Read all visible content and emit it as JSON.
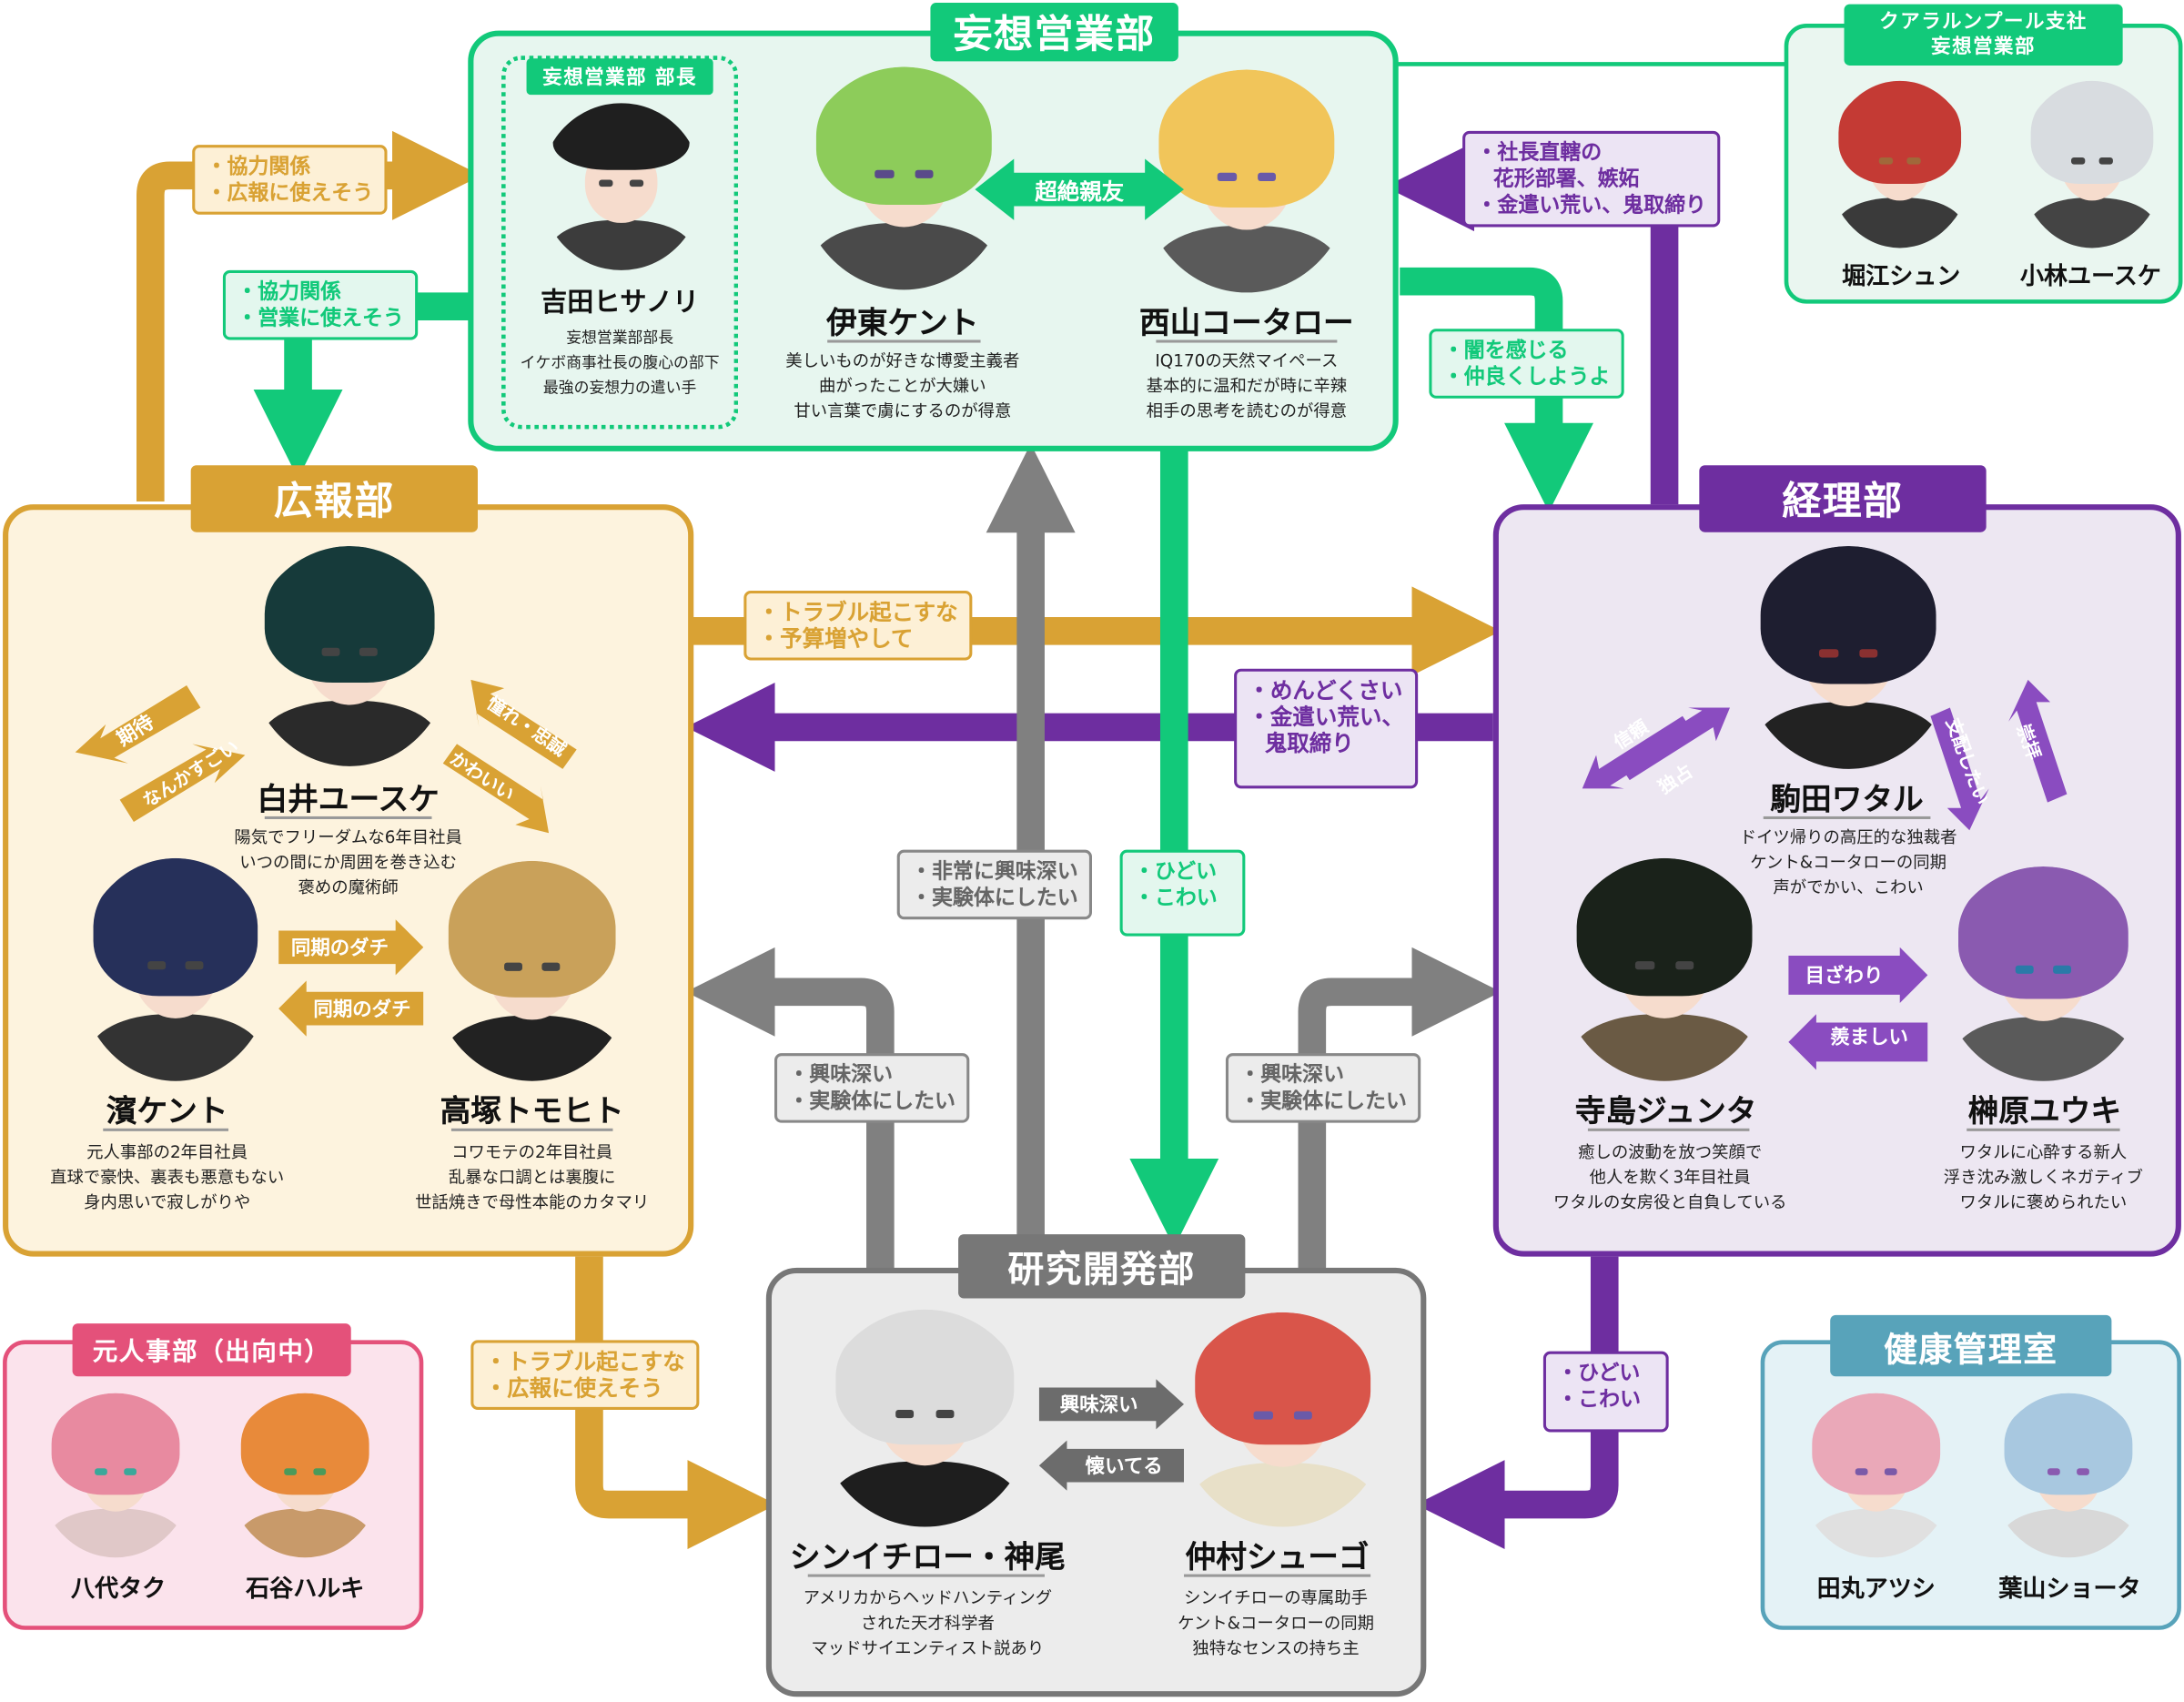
{
  "sections": {
    "mousou": {
      "title": "妄想営業部",
      "chief_label": "妄想営業部 部長",
      "color": "#12c97a",
      "bg": "#e7f6ef"
    },
    "kouhou": {
      "title": "広報部",
      "color": "#d9a234",
      "bg": "#fdf3de"
    },
    "keiri": {
      "title": "経理部",
      "color": "#6e2ea0",
      "bg": "#ede7f2"
    },
    "kenkyu": {
      "title": "研究開発部",
      "color": "#777777",
      "bg": "#ececec"
    },
    "kl": {
      "title_line1": "クアラルンプール支社",
      "title_line2": "妄想営業部",
      "color": "#12c97a",
      "bg": "#eaf6f0"
    },
    "jinji": {
      "title": "元人事部（出向中）",
      "color": "#e4517a",
      "bg": "#fbe3ec"
    },
    "kenkou": {
      "title": "健康管理室",
      "color": "#58a3ba",
      "bg": "#e4f2f6"
    }
  },
  "characters": {
    "yoshida": {
      "name": "吉田ヒサノリ",
      "desc": [
        "妄想営業部部長",
        "イケボ商事社長の腹心の部下",
        "最強の妄想力の遣い手"
      ]
    },
    "ito": {
      "name": "伊東ケント",
      "desc": [
        "美しいものが好きな博愛主義者",
        "曲がったことが大嫌い",
        "甘い言葉で虜にするのが得意"
      ]
    },
    "nishiyama": {
      "name": "西山コータロー",
      "desc": [
        "IQ170の天然マイペース",
        "基本的に温和だが時に辛辣",
        "相手の思考を読むのが得意"
      ]
    },
    "usui": {
      "name": "白井ユースケ",
      "desc": [
        "陽気でフリーダムな6年目社員",
        "いつの間にか周囲を巻き込む",
        "褒めの魔術師"
      ]
    },
    "hama": {
      "name": "濱ケント",
      "desc": [
        "元人事部の2年目社員",
        "直球で豪快、裏表も悪意もない",
        "身内思いで寂しがりや"
      ]
    },
    "takatsuka": {
      "name": "高塚トモヒト",
      "desc": [
        "コワモテの2年目社員",
        "乱暴な口調とは裏腹に",
        "世話焼きで母性本能のカタマリ"
      ]
    },
    "komada": {
      "name": "駒田ワタル",
      "desc": [
        "ドイツ帰りの高圧的な独裁者",
        "ケント&コータローの同期",
        "声がでかい、こわい"
      ]
    },
    "terashima": {
      "name": "寺島ジュンタ",
      "desc": [
        "癒しの波動を放つ笑顔で",
        "他人を欺く3年目社員",
        "ワタルの女房役と自負している"
      ]
    },
    "sakakibara": {
      "name": "榊原ユウキ",
      "desc": [
        "ワタルに心酔する新人",
        "浮き沈み激しくネガティブ",
        "ワタルに褒められたい"
      ]
    },
    "shinichiro": {
      "name": "シンイチロー・神尾",
      "desc": [
        "アメリカからヘッドハンティング",
        "された天才科学者",
        "マッドサイエンティスト説あり"
      ]
    },
    "nakamura": {
      "name": "仲村シューゴ",
      "desc": [
        "シンイチローの専属助手",
        "ケント&コータローの同期",
        "独特なセンスの持ち主"
      ]
    },
    "horie": {
      "name": "堀江シュン"
    },
    "kobayashi": {
      "name": "小林ユースケ"
    },
    "yashiro": {
      "name": "八代タク"
    },
    "ishigaya": {
      "name": "石谷ハルキ"
    },
    "tamaru": {
      "name": "田丸アツシ"
    },
    "hayama": {
      "name": "葉山ショータ"
    }
  },
  "relations": {
    "best_friends": "超絶親友",
    "k_to_m": [
      "・協力関係",
      "・広報に使えそう"
    ],
    "m_to_k": [
      "・協力関係",
      "・営業に使えそう"
    ],
    "keiri_to_m": [
      "・社長直轄の",
      "花形部署、嫉妬",
      "・金遣い荒い、鬼取締り"
    ],
    "m_to_keiri": [
      "・闇を感じる",
      "・仲良くしようよ"
    ],
    "k_to_keiri": [
      "・トラブル起こすな",
      "・予算増やして"
    ],
    "keiri_to_k": [
      "・めんどくさい",
      "・金遣い荒い、",
      "鬼取締り"
    ],
    "r_to_m": [
      "・非常に興味深い",
      "・実験体にしたい"
    ],
    "m_to_r": [
      "・ひどい",
      "・こわい"
    ],
    "r_to_k": [
      "・興味深い",
      "・実験体にしたい"
    ],
    "r_to_keiri": [
      "・興味深い",
      "・実験体にしたい"
    ],
    "k_to_r": [
      "・トラブル起こすな",
      "・広報に使えそう"
    ],
    "keiri_to_r": [
      "・ひどい",
      "・こわい"
    ],
    "usui_to_hama_top": "期待",
    "hama_to_usui": "なんかすごい",
    "takatsuka_to_usui": "憧れ・忠誠",
    "usui_to_takatsuka": "かわいい",
    "hama_to_takatsuka": "同期のダチ",
    "takatsuka_to_hama": "同期のダチ",
    "komada_to_terashima": "信頼",
    "terashima_to_komada": "独占",
    "sakakibara_to_komada": "崇拝",
    "komada_to_sakakibara": "支配したい",
    "terashima_to_sakakibara": "目ざわり",
    "sakakibara_to_terashima": "羨ましい",
    "shinichiro_to_nakamura": "興味深い",
    "nakamura_to_shinichiro": "懐いてる"
  }
}
